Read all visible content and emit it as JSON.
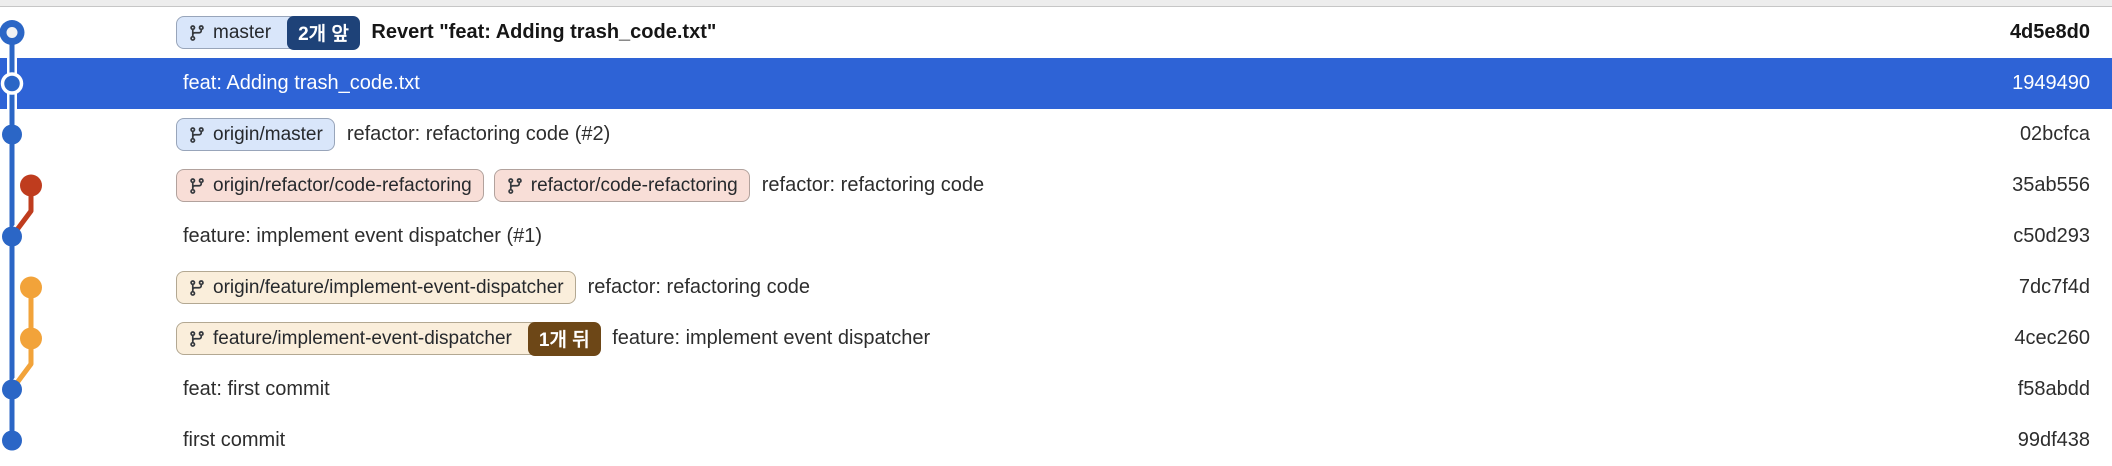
{
  "colors": {
    "selection_blue": "#2e63d6",
    "graph_blue": "#2b66c6",
    "branch_red": "#bf3c1e",
    "branch_orange": "#f2a33a",
    "badge_blue_bg": "#d9e6fa",
    "badge_pink_bg": "#f8ded7",
    "badge_cream_bg": "#faeedb",
    "count_ahead_bg": "#1e4278",
    "count_behind_bg": "#6d4717"
  },
  "rows": [
    {
      "message": "Revert \"feat: Adding trash_code.txt\"",
      "hash": "4d5e8d0",
      "badges": [
        {
          "label": "master",
          "count": "2개 앞"
        }
      ]
    },
    {
      "message": "feat: Adding trash_code.txt",
      "hash": "1949490"
    },
    {
      "message": "refactor: refactoring code (#2)",
      "hash": "02bcfca",
      "badges": [
        {
          "label": "origin/master"
        }
      ]
    },
    {
      "message": "refactor: refactoring code",
      "hash": "35ab556",
      "badges": [
        {
          "label": "origin/refactor/code-refactoring"
        },
        {
          "label": "refactor/code-refactoring"
        }
      ]
    },
    {
      "message": "feature: implement event dispatcher (#1)",
      "hash": "c50d293"
    },
    {
      "message": "refactor: refactoring code",
      "hash": "7dc7f4d",
      "badges": [
        {
          "label": "origin/feature/implement-event-dispatcher"
        }
      ]
    },
    {
      "message": "feature: implement event dispatcher",
      "hash": "4cec260",
      "badges": [
        {
          "label": "feature/implement-event-dispatcher",
          "count": "1개 뒤"
        }
      ]
    },
    {
      "message": "feat: first commit",
      "hash": "f58abdd"
    },
    {
      "message": "first commit",
      "hash": "99df438"
    }
  ]
}
